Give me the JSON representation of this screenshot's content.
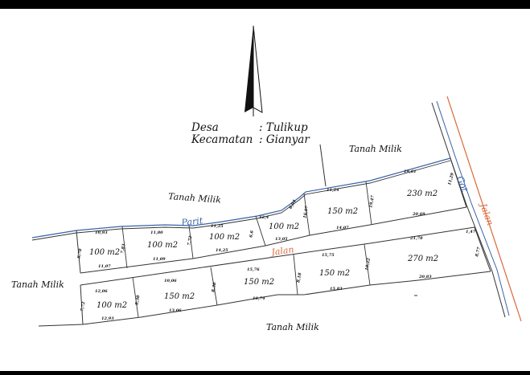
{
  "location": {
    "desa_label": "Desa",
    "desa_value": ": Tulikup",
    "kecamatan_label": "Kecamatan",
    "kecamatan_value": ": Gianyar"
  },
  "labels": {
    "tanah_milik": "Tanah Milik",
    "parit": "Parit",
    "jalan": "Jalan",
    "got": "Got"
  },
  "upper_plots": [
    {
      "area": "100 m2",
      "dims": [
        "10,93",
        "6,70",
        "7,83",
        "11,07"
      ]
    },
    {
      "area": "100 m2",
      "dims": [
        "11,80",
        "11,09"
      ]
    },
    {
      "area": "100 m2",
      "dims": [
        "11,25",
        "7,72",
        "14,25"
      ]
    },
    {
      "area": "100 m2",
      "dims": [
        "12,4",
        "6,6",
        "13,05"
      ]
    },
    {
      "area": "150 m2",
      "dims": [
        "11,24",
        "6,94",
        "16,07",
        "14,07"
      ]
    },
    {
      "area": "230 m2",
      "dims": [
        "19,47",
        "19,61",
        "11,29",
        "20,69"
      ]
    }
  ],
  "lower_plots": [
    {
      "area": "100 m2",
      "dims": [
        "12,06",
        "7,72",
        "12,93"
      ]
    },
    {
      "area": "150 m2",
      "dims": [
        "10,06",
        "8,38",
        "13,06"
      ]
    },
    {
      "area": "150 m2",
      "dims": [
        "15,76",
        "8,38",
        "10,74"
      ]
    },
    {
      "area": "150 m2",
      "dims": [
        "15,75",
        "8,18",
        "15,83"
      ]
    },
    {
      "area": "270 m2",
      "dims": [
        "21,78",
        "10,22",
        "20,83",
        "1,47",
        "8,77"
      ]
    }
  ],
  "colors": {
    "background": "#ffffff",
    "border": "#000000",
    "parit": "#3a62a8",
    "jalan": "#d96a3a",
    "line": "#333333"
  }
}
